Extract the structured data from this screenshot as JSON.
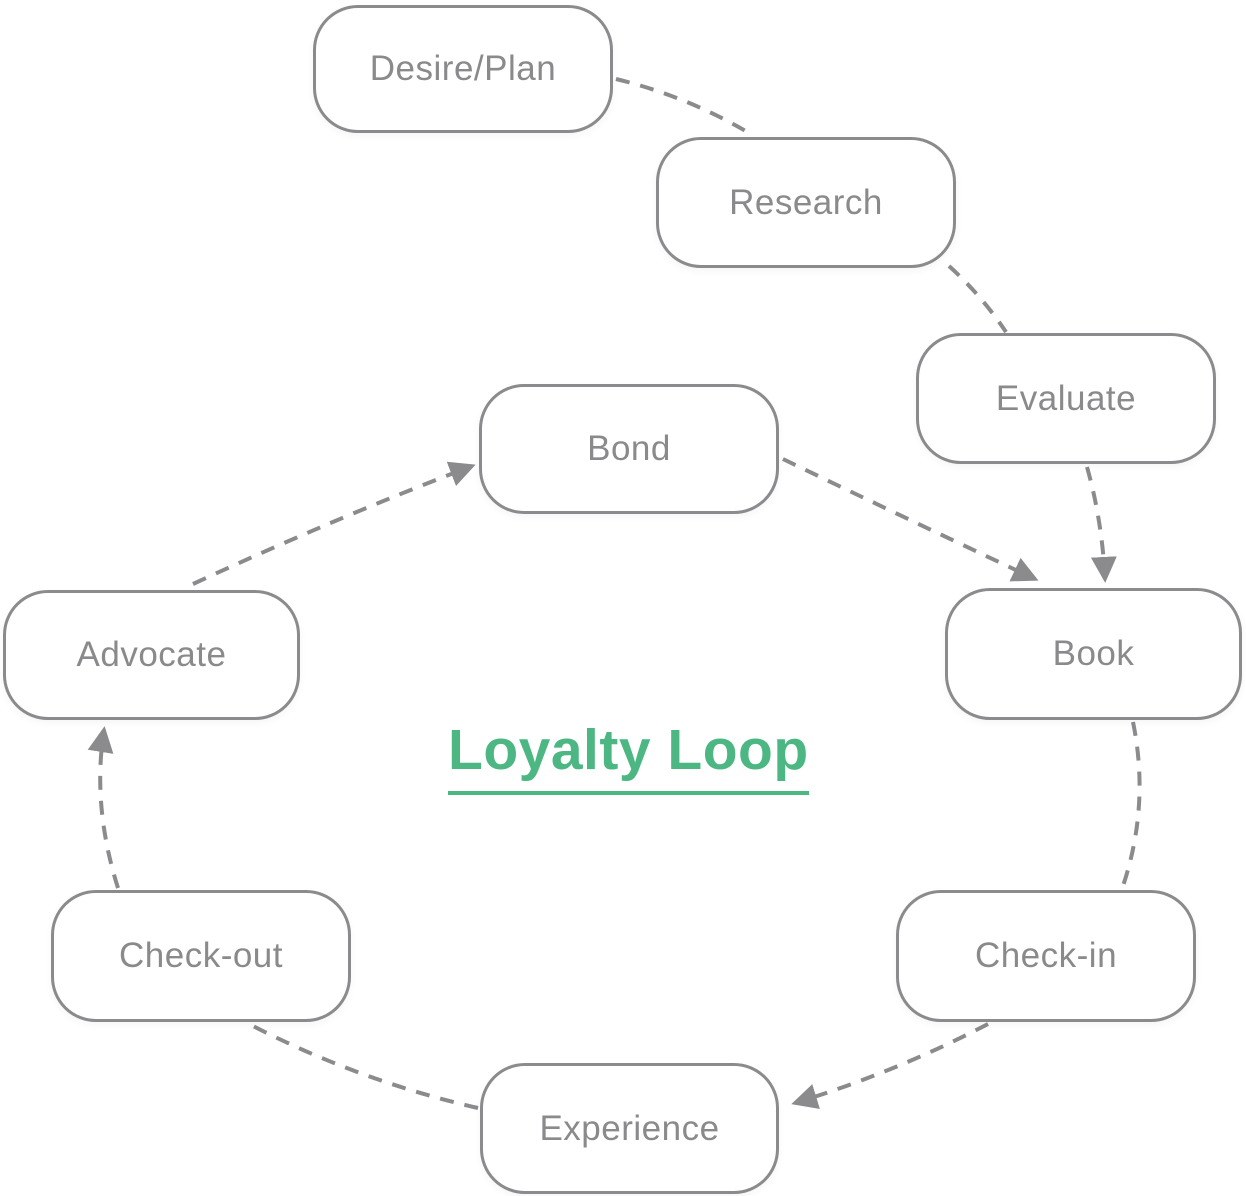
{
  "diagram": {
    "title": "Loyalty Loop",
    "nodes": {
      "desire_plan": {
        "label": "Desire/Plan"
      },
      "research": {
        "label": "Research"
      },
      "evaluate": {
        "label": "Evaluate"
      },
      "bond": {
        "label": "Bond"
      },
      "advocate": {
        "label": "Advocate"
      },
      "book": {
        "label": "Book"
      },
      "check_out": {
        "label": "Check-out"
      },
      "check_in": {
        "label": "Check-in"
      },
      "experience": {
        "label": "Experience"
      }
    },
    "edges": [
      {
        "from": "desire_plan",
        "to": "research",
        "arrow": false,
        "style": "dashed"
      },
      {
        "from": "research",
        "to": "evaluate",
        "arrow": false,
        "style": "dashed"
      },
      {
        "from": "evaluate",
        "to": "book",
        "arrow": true,
        "style": "dashed"
      },
      {
        "from": "bond",
        "to": "book",
        "arrow": true,
        "style": "dashed"
      },
      {
        "from": "book",
        "to": "check_in",
        "arrow": false,
        "style": "dashed"
      },
      {
        "from": "check_in",
        "to": "experience",
        "arrow": true,
        "style": "dashed"
      },
      {
        "from": "experience",
        "to": "check_out",
        "arrow": false,
        "style": "dashed"
      },
      {
        "from": "check_out",
        "to": "advocate",
        "arrow": true,
        "style": "dashed"
      },
      {
        "from": "advocate",
        "to": "bond",
        "arrow": true,
        "style": "dashed"
      }
    ]
  },
  "colors": {
    "line": "#8B8B8E",
    "node_border": "#8B8B8E",
    "node_text": "#8A8A8D",
    "title": "#4CB782",
    "background": "#FFFFFF"
  }
}
